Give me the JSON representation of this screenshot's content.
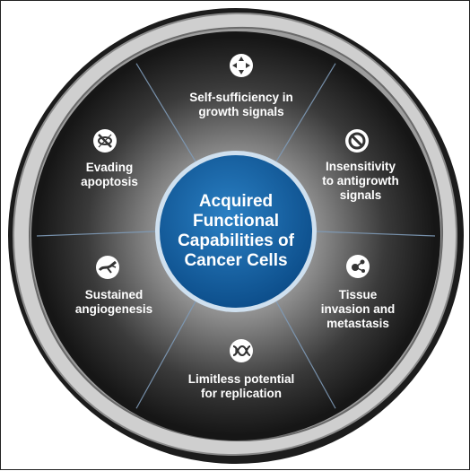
{
  "center": {
    "title": "Acquired\nFunctional\nCapabilities of\nCancer Cells"
  },
  "segments": [
    {
      "label": "Self-sufficiency in\ngrowth signals",
      "icon": "arrows-converging-icon"
    },
    {
      "label": "Insensitivity\nto antigrowth\nsignals",
      "icon": "no-sign-icon"
    },
    {
      "label": "Tissue\ninvasion and\nmetastasis",
      "icon": "cell-spreading-icon"
    },
    {
      "label": "Limitless potential\nfor replication",
      "icon": "dna-helix-icon"
    },
    {
      "label": "Sustained\nangiogenesis",
      "icon": "blood-vessel-icon"
    },
    {
      "label": "Evading\napoptosis",
      "icon": "blocked-cell-death-icon"
    }
  ],
  "colors": {
    "center_fill": "#1565a8",
    "center_ring": "#cfe0ef",
    "ring_dark": "#1c1c1c",
    "ring_light": "#c9c9c9",
    "text": "#ffffff"
  }
}
